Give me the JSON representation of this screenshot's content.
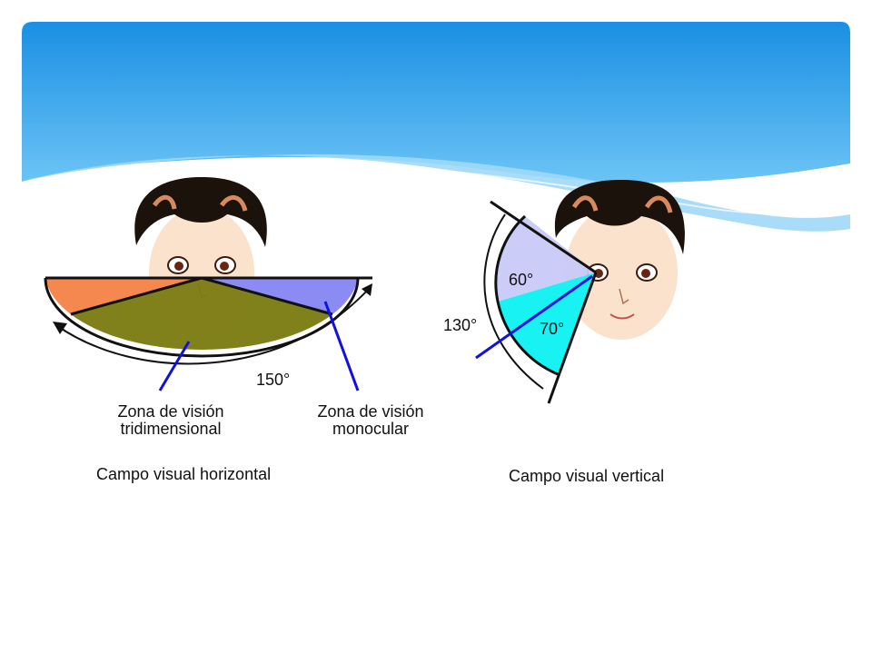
{
  "slide": {
    "header_colors": {
      "top": "#1a8fe3",
      "bottom": "#6cc4f5",
      "wave": "#9ed8f8"
    }
  },
  "horizontal": {
    "angle_label": "150°",
    "zone_3d_label_line1": "Zona de visión",
    "zone_3d_label_line2": "tridimensional",
    "zone_mono_label_line1": "Zona de visión",
    "zone_mono_label_line2": "monocular",
    "caption": "Campo visual horizontal",
    "colors": {
      "left_mono": "#f5884f",
      "binocular": "#7a7a10",
      "right_mono": "#8b8bf3"
    }
  },
  "vertical": {
    "angle_total_label": "130°",
    "angle_upper_label": "60°",
    "angle_lower_label": "70°",
    "caption": "Campo visual vertical",
    "colors": {
      "upper": "#c9c9f8",
      "lower": "#19f2f2"
    }
  },
  "pointer_color": "#1010e0"
}
